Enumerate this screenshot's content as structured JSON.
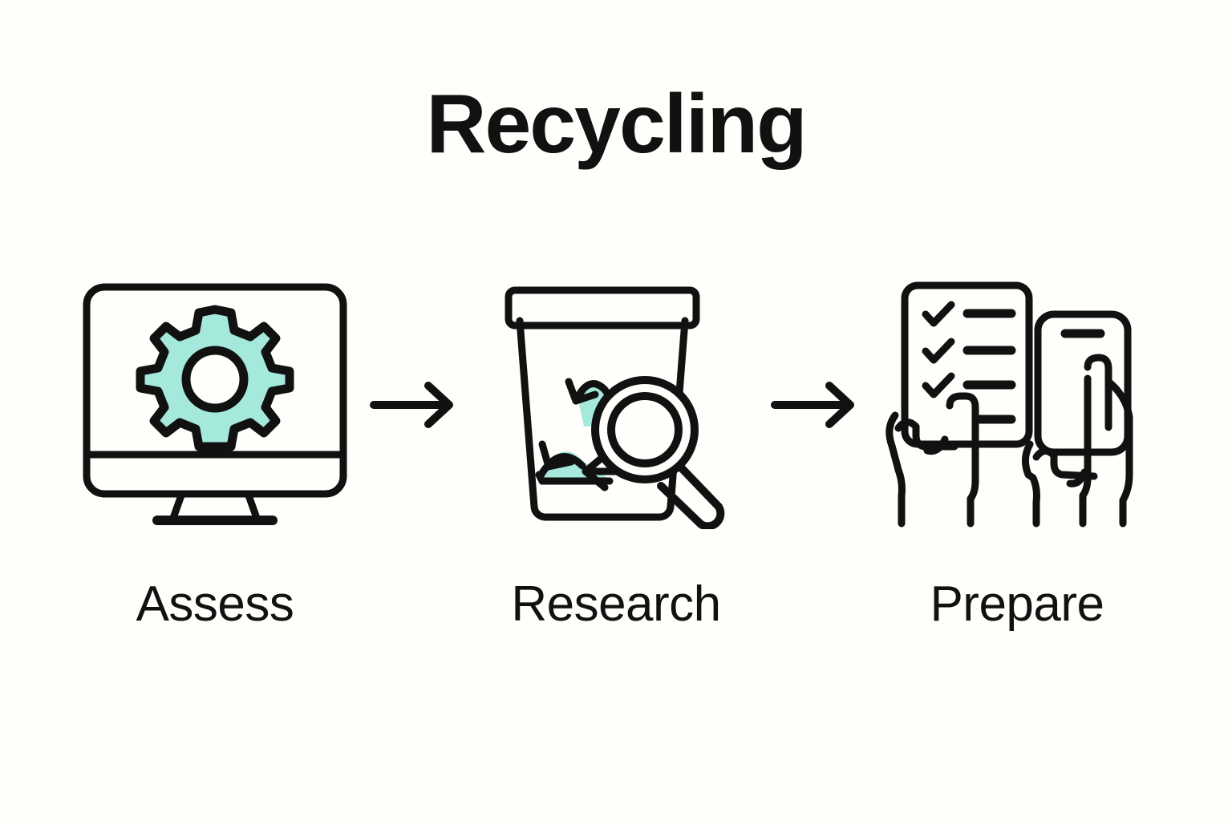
{
  "page": {
    "title": "Recycling",
    "background_color": "#FFFEFA",
    "ink_color": "#111111",
    "accent_color": "#A5E9DC"
  },
  "steps": [
    {
      "label": "Assess",
      "icon": "monitor-gear-icon",
      "icon_description": "desktop monitor displaying a mint green gear"
    },
    {
      "label": "Research",
      "icon": "recycling-bin-magnifier-icon",
      "icon_description": "recycling bin with recycle arrows and a magnifying glass"
    },
    {
      "label": "Prepare",
      "icon": "hands-checklist-phone-icon",
      "icon_description": "two hands holding a checklist and a smartphone"
    }
  ],
  "connectors": [
    {
      "icon": "arrow-right-icon"
    },
    {
      "icon": "arrow-right-icon"
    }
  ]
}
